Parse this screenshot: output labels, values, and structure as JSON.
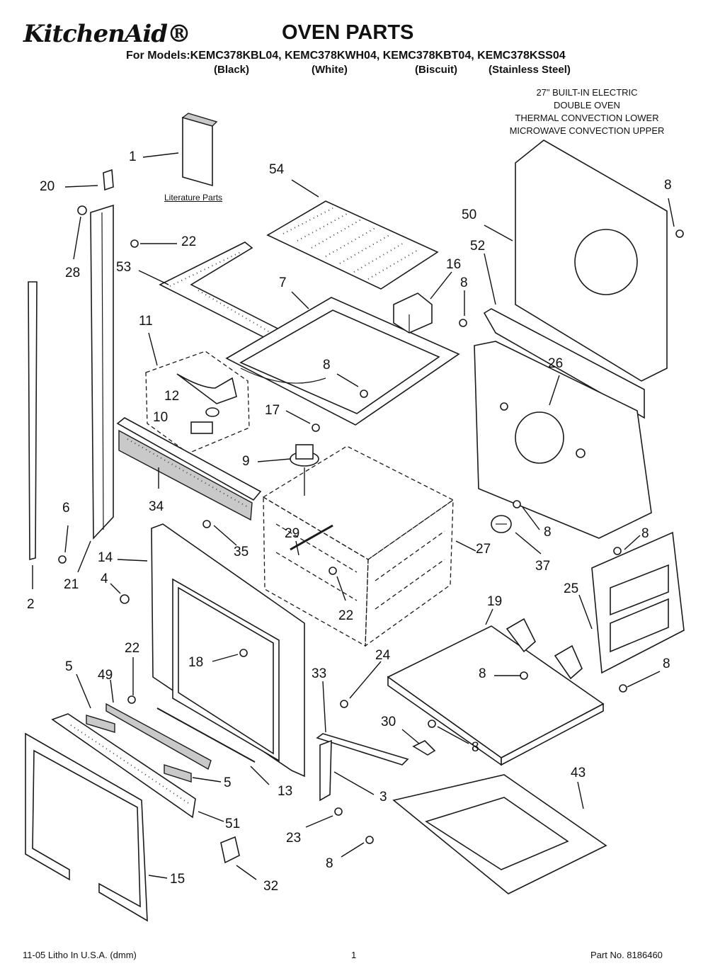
{
  "header": {
    "brand": "KitchenAid®",
    "title": "OVEN PARTS",
    "models": "For Models:KEMC378KBL04, KEMC378KWH04, KEMC378KBT04, KEMC378KSS04",
    "variants": [
      "(Black)",
      "(White)",
      "(Biscuit)",
      "(Stainless Steel)"
    ]
  },
  "note_lines": [
    "27\" BUILT-IN ELECTRIC",
    "DOUBLE OVEN",
    "THERMAL CONVECTION LOWER",
    "MICROWAVE CONVECTION UPPER"
  ],
  "literature_label": "Literature Parts",
  "callouts": [
    "1",
    "20",
    "28",
    "22",
    "53",
    "54",
    "7",
    "16",
    "8",
    "50",
    "8",
    "52",
    "8",
    "11",
    "12",
    "10",
    "8",
    "17",
    "26",
    "9",
    "34",
    "6",
    "2",
    "21",
    "14",
    "4",
    "29",
    "35",
    "22",
    "27",
    "8",
    "37",
    "8",
    "25",
    "19",
    "18",
    "22",
    "5",
    "49",
    "24",
    "33",
    "30",
    "8",
    "8",
    "8",
    "5",
    "13",
    "3",
    "43",
    "51",
    "23",
    "8",
    "15",
    "32"
  ],
  "footer": {
    "left": "11-05 Litho In U.S.A. (dmm)",
    "center": "1",
    "right": "Part No. 8186460"
  }
}
